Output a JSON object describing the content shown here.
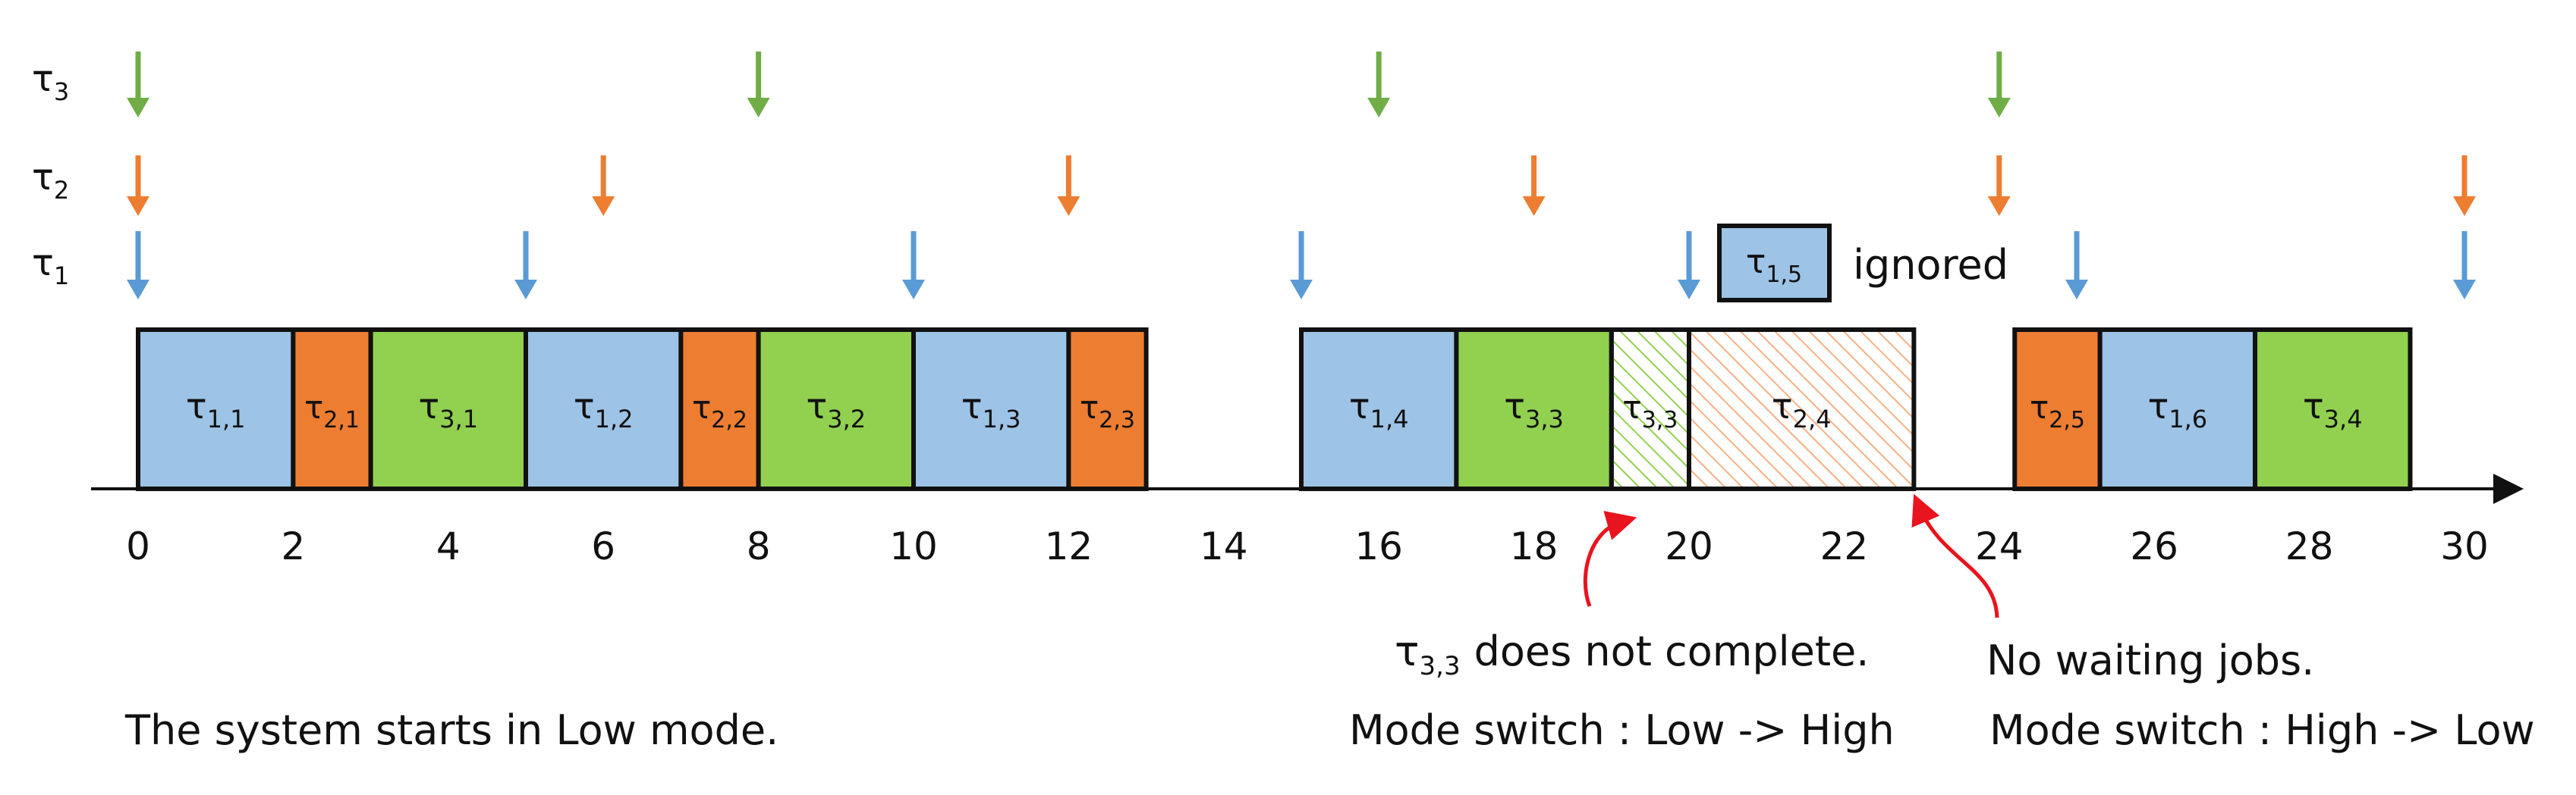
{
  "task_labels": [
    {
      "id": "t3",
      "sym": "τ",
      "sub": "3"
    },
    {
      "id": "t2",
      "sym": "τ",
      "sub": "2"
    },
    {
      "id": "t1",
      "sym": "τ",
      "sub": "1"
    }
  ],
  "colors": {
    "t1": "#9DC3E6",
    "t2": "#ED7D31",
    "t3": "#92D050",
    "border": "#111111",
    "annotation": "#E8141E",
    "arrow_t1": "#5B9BD5",
    "arrow_t2": "#ED7D31",
    "arrow_t3": "#70AD47"
  },
  "timeline": {
    "ticks": [
      "0",
      "2",
      "4",
      "6",
      "8",
      "10",
      "12",
      "14",
      "16",
      "18",
      "20",
      "22",
      "24",
      "26",
      "28",
      "30"
    ]
  },
  "release_arrows": {
    "t3": [
      0,
      8,
      16,
      24
    ],
    "t2": [
      0,
      6,
      12,
      18,
      24,
      30
    ],
    "t1": [
      0,
      5,
      10,
      15,
      20,
      25,
      30
    ]
  },
  "jobs": [
    {
      "task": "t1",
      "sym": "τ",
      "sub": "1,1",
      "start": 0,
      "end": 2,
      "style": "solid"
    },
    {
      "task": "t2",
      "sym": "τ",
      "sub": "2,1",
      "start": 2,
      "end": 3,
      "style": "solid"
    },
    {
      "task": "t3",
      "sym": "τ",
      "sub": "3,1",
      "start": 3,
      "end": 5,
      "style": "solid"
    },
    {
      "task": "t1",
      "sym": "τ",
      "sub": "1,2",
      "start": 5,
      "end": 7,
      "style": "solid"
    },
    {
      "task": "t2",
      "sym": "τ",
      "sub": "2,2",
      "start": 7,
      "end": 8,
      "style": "solid"
    },
    {
      "task": "t3",
      "sym": "τ",
      "sub": "3,2",
      "start": 8,
      "end": 10,
      "style": "solid"
    },
    {
      "task": "t1",
      "sym": "τ",
      "sub": "1,3",
      "start": 10,
      "end": 12,
      "style": "solid"
    },
    {
      "task": "t2",
      "sym": "τ",
      "sub": "2,3",
      "start": 12,
      "end": 13,
      "style": "solid"
    },
    {
      "task": "t1",
      "sym": "τ",
      "sub": "1,4",
      "start": 15,
      "end": 17,
      "style": "solid"
    },
    {
      "task": "t3",
      "sym": "τ",
      "sub": "3,3",
      "start": 17,
      "end": 19,
      "style": "solid"
    },
    {
      "task": "t3",
      "sym": "τ",
      "sub": "3,3",
      "start": 19,
      "end": 20,
      "style": "hatched"
    },
    {
      "task": "t2",
      "sym": "τ",
      "sub": "2,4",
      "start": 20,
      "end": 22.9,
      "style": "hatched"
    },
    {
      "task": "t2",
      "sym": "τ",
      "sub": "2,5",
      "start": 24.2,
      "end": 25.3,
      "style": "solid"
    },
    {
      "task": "t1",
      "sym": "τ",
      "sub": "1,6",
      "start": 25.3,
      "end": 27.3,
      "style": "solid"
    },
    {
      "task": "t3",
      "sym": "τ",
      "sub": "3,4",
      "start": 27.3,
      "end": 29.3,
      "style": "solid"
    }
  ],
  "ignored": {
    "sym": "τ",
    "sub": "1,5",
    "label": "ignored"
  },
  "annotations": {
    "not_complete": {
      "sym": "τ",
      "sub": "3,3",
      "text": "does not complete."
    },
    "mode_switch_high": "Mode switch : Low -> High",
    "no_waiting": "No waiting jobs.",
    "mode_switch_low": "Mode switch : High -> Low",
    "start_mode": "The system starts in Low mode."
  }
}
